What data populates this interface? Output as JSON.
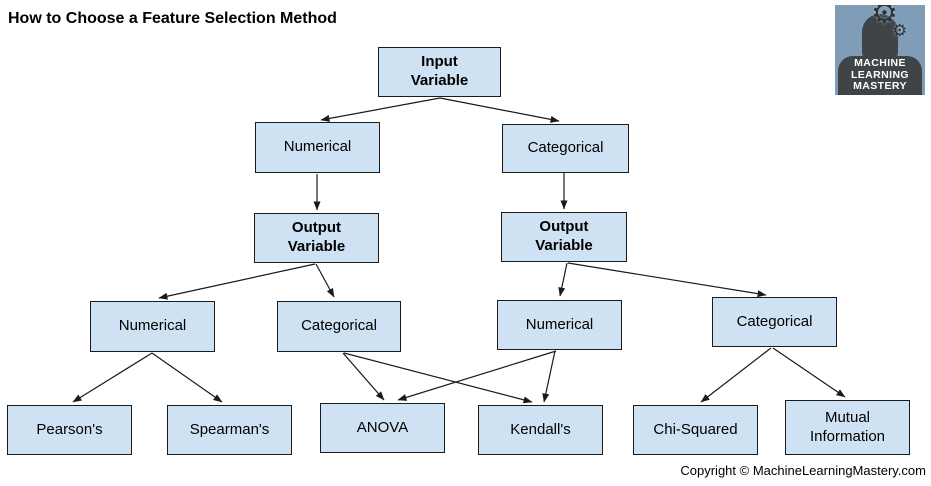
{
  "title": "How to Choose a Feature Selection Method",
  "copyright": "Copyright © MachineLearningMastery.com",
  "logo": {
    "gear_icon": "⚙",
    "text_lines": [
      "MACHINE",
      "LEARNING",
      "MASTERY"
    ],
    "bg_color": "#7f9db6",
    "silhouette_color": "#3f4449",
    "text_color": "#ffffff"
  },
  "colors": {
    "node_fill": "#cfe2f3",
    "node_border": "#1b1b1b",
    "arrow": "#1a1a1a"
  },
  "diagram": {
    "nodes": {
      "input_variable": {
        "label": "Input\nVariable",
        "bold": true
      },
      "numerical_input": {
        "label": "Numerical",
        "bold": false
      },
      "categorical_input": {
        "label": "Categorical",
        "bold": false
      },
      "output_variable_left": {
        "label": "Output\nVariable",
        "bold": true
      },
      "output_variable_right": {
        "label": "Output\nVariable",
        "bold": true
      },
      "numerical_output_left": {
        "label": "Numerical",
        "bold": false
      },
      "categorical_output_left": {
        "label": "Categorical",
        "bold": false
      },
      "numerical_output_right": {
        "label": "Numerical",
        "bold": false
      },
      "categorical_output_right": {
        "label": "Categorical",
        "bold": false
      },
      "pearsons": {
        "label": "Pearson's",
        "bold": false
      },
      "spearmans": {
        "label": "Spearman's",
        "bold": false
      },
      "anova": {
        "label": "ANOVA",
        "bold": false
      },
      "kendalls": {
        "label": "Kendall's",
        "bold": false
      },
      "chi_squared": {
        "label": "Chi-Squared",
        "bold": false
      },
      "mutual_information": {
        "label": "Mutual\nInformation",
        "bold": false
      }
    },
    "edges": [
      {
        "from": "input_variable",
        "to": "numerical_input"
      },
      {
        "from": "input_variable",
        "to": "categorical_input"
      },
      {
        "from": "numerical_input",
        "to": "output_variable_left"
      },
      {
        "from": "categorical_input",
        "to": "output_variable_right"
      },
      {
        "from": "output_variable_left",
        "to": "numerical_output_left"
      },
      {
        "from": "output_variable_left",
        "to": "categorical_output_left"
      },
      {
        "from": "output_variable_right",
        "to": "numerical_output_right"
      },
      {
        "from": "output_variable_right",
        "to": "categorical_output_right"
      },
      {
        "from": "numerical_output_left",
        "to": "pearsons"
      },
      {
        "from": "numerical_output_left",
        "to": "spearmans"
      },
      {
        "from": "categorical_output_left",
        "to": "anova"
      },
      {
        "from": "categorical_output_left",
        "to": "kendalls"
      },
      {
        "from": "numerical_output_right",
        "to": "anova"
      },
      {
        "from": "numerical_output_right",
        "to": "kendalls"
      },
      {
        "from": "categorical_output_right",
        "to": "chi_squared"
      },
      {
        "from": "categorical_output_right",
        "to": "mutual_information"
      }
    ]
  }
}
